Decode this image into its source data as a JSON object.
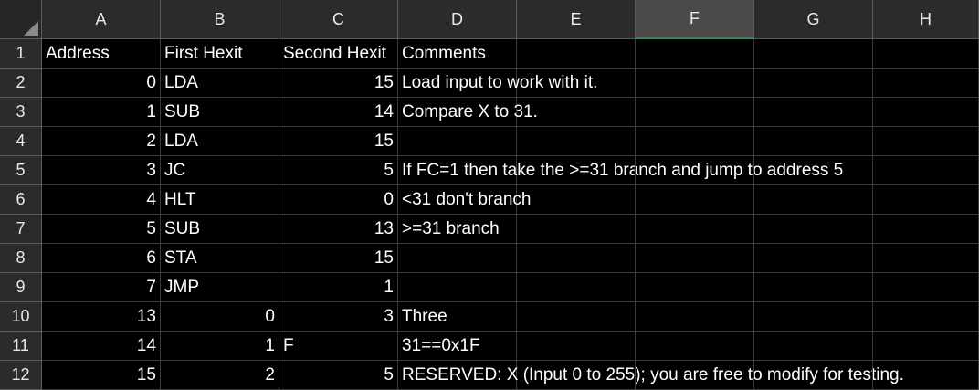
{
  "columns": [
    "A",
    "B",
    "C",
    "D",
    "E",
    "F",
    "G",
    "H"
  ],
  "selected_column": "F",
  "rows": [
    {
      "num": "1",
      "cells": [
        {
          "v": "Address",
          "t": "txt"
        },
        {
          "v": "First Hexit",
          "t": "txt"
        },
        {
          "v": "Second Hexit",
          "t": "txt"
        },
        {
          "v": "Comments",
          "t": "txt"
        },
        {
          "v": "",
          "t": "txt"
        },
        {
          "v": "",
          "t": "txt"
        },
        {
          "v": "",
          "t": "txt"
        },
        {
          "v": "",
          "t": "txt"
        }
      ]
    },
    {
      "num": "2",
      "cells": [
        {
          "v": "0",
          "t": "num"
        },
        {
          "v": "LDA",
          "t": "txt"
        },
        {
          "v": "15",
          "t": "num"
        },
        {
          "v": "Load input to work with it.",
          "t": "txt"
        },
        {
          "v": "",
          "t": "txt"
        },
        {
          "v": "",
          "t": "txt"
        },
        {
          "v": "",
          "t": "txt"
        },
        {
          "v": "",
          "t": "txt"
        }
      ]
    },
    {
      "num": "3",
      "cells": [
        {
          "v": "1",
          "t": "num"
        },
        {
          "v": "SUB",
          "t": "txt"
        },
        {
          "v": "14",
          "t": "num"
        },
        {
          "v": "Compare X to 31.",
          "t": "txt"
        },
        {
          "v": "",
          "t": "txt"
        },
        {
          "v": "",
          "t": "txt"
        },
        {
          "v": "",
          "t": "txt"
        },
        {
          "v": "",
          "t": "txt"
        }
      ]
    },
    {
      "num": "4",
      "cells": [
        {
          "v": "2",
          "t": "num"
        },
        {
          "v": "LDA",
          "t": "txt"
        },
        {
          "v": "15",
          "t": "num"
        },
        {
          "v": "",
          "t": "txt"
        },
        {
          "v": "",
          "t": "txt"
        },
        {
          "v": "",
          "t": "txt"
        },
        {
          "v": "",
          "t": "txt"
        },
        {
          "v": "",
          "t": "txt"
        }
      ]
    },
    {
      "num": "5",
      "cells": [
        {
          "v": "3",
          "t": "num"
        },
        {
          "v": "JC",
          "t": "txt"
        },
        {
          "v": "5",
          "t": "num"
        },
        {
          "v": "If FC=1 then take the >=31 branch and jump to address 5",
          "t": "txt"
        },
        {
          "v": "",
          "t": "txt"
        },
        {
          "v": "",
          "t": "txt"
        },
        {
          "v": "",
          "t": "txt"
        },
        {
          "v": "",
          "t": "txt"
        }
      ]
    },
    {
      "num": "6",
      "cells": [
        {
          "v": "4",
          "t": "num"
        },
        {
          "v": "HLT",
          "t": "txt"
        },
        {
          "v": "0",
          "t": "num"
        },
        {
          "v": "<31 don't branch",
          "t": "txt"
        },
        {
          "v": "",
          "t": "txt"
        },
        {
          "v": "",
          "t": "txt"
        },
        {
          "v": "",
          "t": "txt"
        },
        {
          "v": "",
          "t": "txt"
        }
      ]
    },
    {
      "num": "7",
      "cells": [
        {
          "v": "5",
          "t": "num"
        },
        {
          "v": "SUB",
          "t": "txt"
        },
        {
          "v": "13",
          "t": "num"
        },
        {
          "v": ">=31 branch",
          "t": "txt"
        },
        {
          "v": "",
          "t": "txt"
        },
        {
          "v": "",
          "t": "txt"
        },
        {
          "v": "",
          "t": "txt"
        },
        {
          "v": "",
          "t": "txt"
        }
      ]
    },
    {
      "num": "8",
      "cells": [
        {
          "v": "6",
          "t": "num"
        },
        {
          "v": "STA",
          "t": "txt"
        },
        {
          "v": "15",
          "t": "num"
        },
        {
          "v": "",
          "t": "txt"
        },
        {
          "v": "",
          "t": "txt"
        },
        {
          "v": "",
          "t": "txt"
        },
        {
          "v": "",
          "t": "txt"
        },
        {
          "v": "",
          "t": "txt"
        }
      ]
    },
    {
      "num": "9",
      "cells": [
        {
          "v": "7",
          "t": "num"
        },
        {
          "v": "JMP",
          "t": "txt"
        },
        {
          "v": "1",
          "t": "num"
        },
        {
          "v": "",
          "t": "txt"
        },
        {
          "v": "",
          "t": "txt"
        },
        {
          "v": "",
          "t": "txt"
        },
        {
          "v": "",
          "t": "txt"
        },
        {
          "v": "",
          "t": "txt"
        }
      ]
    },
    {
      "num": "10",
      "cells": [
        {
          "v": "13",
          "t": "num"
        },
        {
          "v": "0",
          "t": "num"
        },
        {
          "v": "3",
          "t": "num"
        },
        {
          "v": "Three",
          "t": "txt"
        },
        {
          "v": "",
          "t": "txt"
        },
        {
          "v": "",
          "t": "txt"
        },
        {
          "v": "",
          "t": "txt"
        },
        {
          "v": "",
          "t": "txt"
        }
      ]
    },
    {
      "num": "11",
      "cells": [
        {
          "v": "14",
          "t": "num"
        },
        {
          "v": "1",
          "t": "num"
        },
        {
          "v": "F",
          "t": "txt"
        },
        {
          "v": "31==0x1F",
          "t": "txt"
        },
        {
          "v": "",
          "t": "txt"
        },
        {
          "v": "",
          "t": "txt"
        },
        {
          "v": "",
          "t": "txt"
        },
        {
          "v": "",
          "t": "txt"
        }
      ]
    },
    {
      "num": "12",
      "cells": [
        {
          "v": "15",
          "t": "num"
        },
        {
          "v": "2",
          "t": "num"
        },
        {
          "v": "5",
          "t": "num"
        },
        {
          "v": "RESERVED: X (Input 0 to 255); you are free to modify for testing.",
          "t": "txt"
        },
        {
          "v": "",
          "t": "txt"
        },
        {
          "v": "",
          "t": "txt"
        },
        {
          "v": "",
          "t": "txt"
        },
        {
          "v": "",
          "t": "txt"
        }
      ]
    }
  ]
}
